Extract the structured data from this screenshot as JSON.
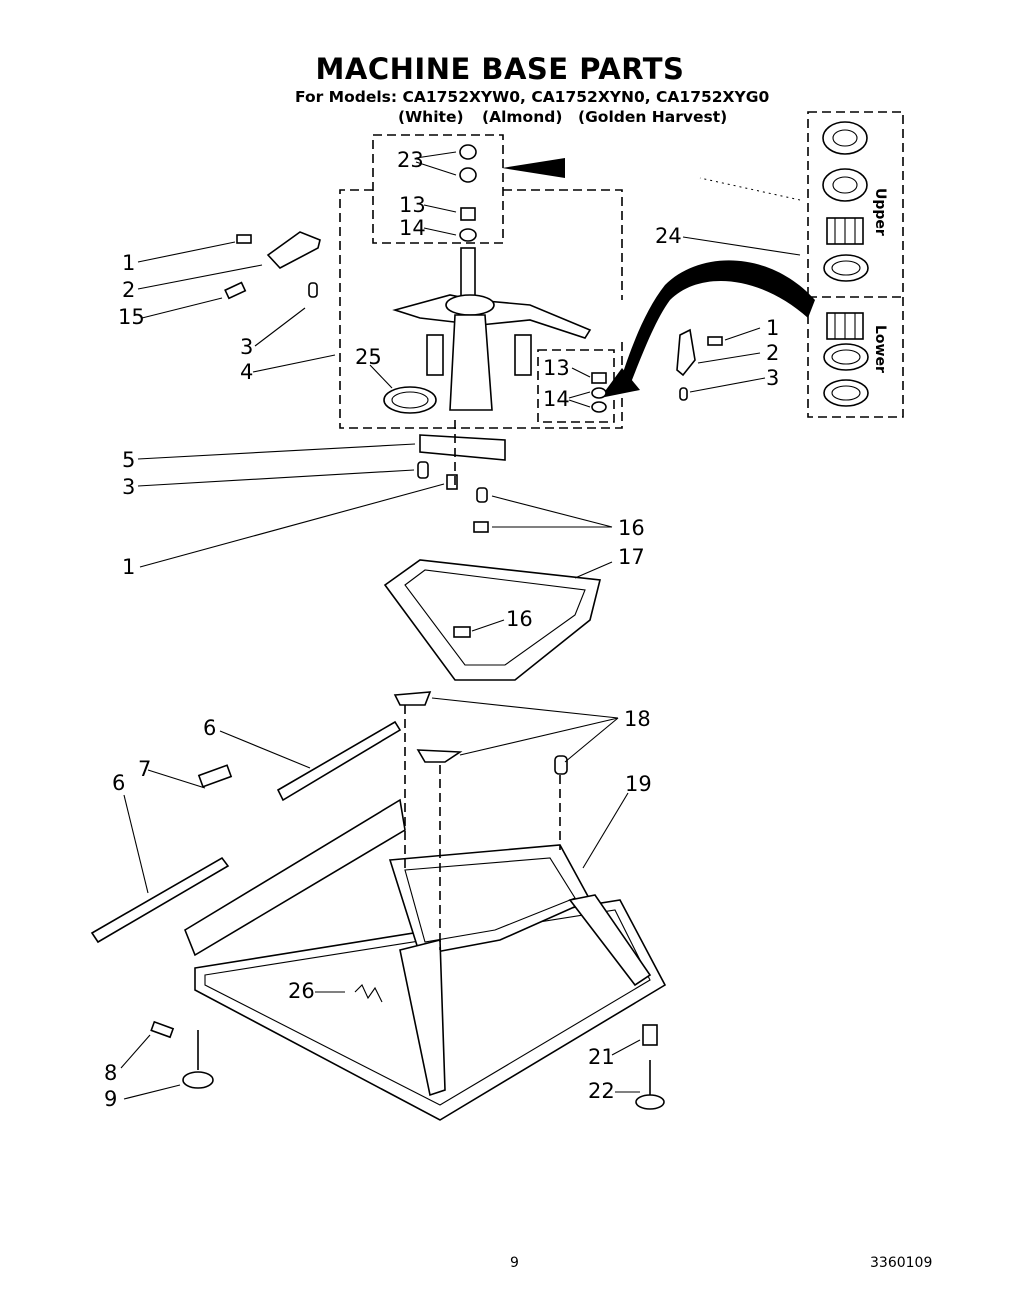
{
  "title": "MACHINE BASE PARTS",
  "models": "For Models: CA1752XYW0, CA1752XYN0, CA1752XYG0",
  "colors": [
    "(White)",
    "(Almond)",
    "(Golden Harvest)"
  ],
  "bearing_sections": {
    "upper": "Upper",
    "lower": "Lower"
  },
  "callouts": {
    "c23": "23",
    "c13a": "13",
    "c14a": "14",
    "c24": "24",
    "c1a": "1",
    "c2a": "2",
    "c15": "15",
    "c3a": "3",
    "c4": "4",
    "c25": "25",
    "c1b": "1",
    "c2b": "2",
    "c3b": "3",
    "c13b": "13",
    "c14b": "14",
    "c5": "5",
    "c3c": "3",
    "c1c": "1",
    "c16a": "16",
    "c17": "17",
    "c16b": "16",
    "c6a": "6",
    "c7": "7",
    "c6b": "6",
    "c18": "18",
    "c19": "19",
    "c26": "26",
    "c8": "8",
    "c9": "9",
    "c21": "21",
    "c22": "22"
  },
  "footer": {
    "page_number": "9",
    "doc_number": "3360109"
  }
}
